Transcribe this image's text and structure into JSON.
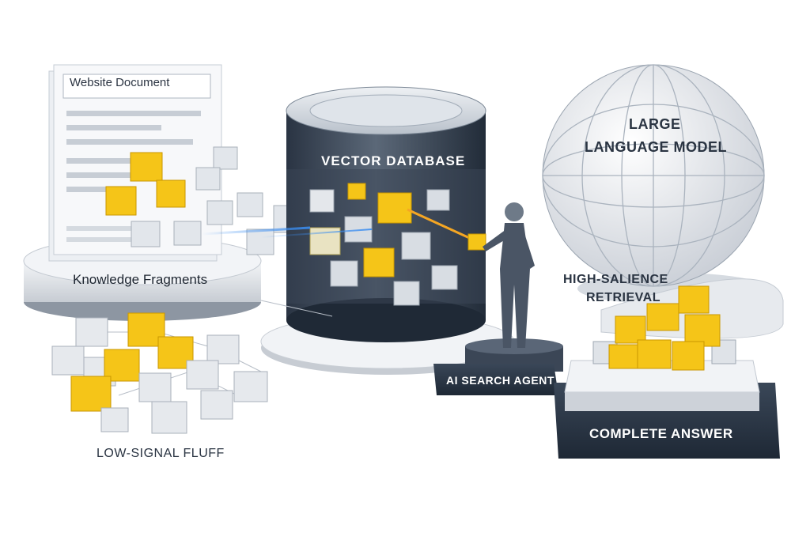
{
  "labels": {
    "document": "Website Document",
    "knowledge_fragments": "Knowledge Fragments",
    "vector_database": "VECTOR DATABASE",
    "llm_line1": "LARGE",
    "llm_line2": "LANGUAGE MODEL",
    "retrieval_line1": "HIGH-SALIENCE",
    "retrieval_line2": "RETRIEVAL",
    "agent": "AI SEARCH AGENT",
    "answer": "COMPLETE ANSWER",
    "fluff": "LOW-SIGNAL FLUFF"
  },
  "colors": {
    "gold": "#f5c518",
    "gold_dark": "#d9a300",
    "cube_grey": "#dfe3e8",
    "cylinder_dark": "#2f3b4b",
    "navy": "#2c3a4d",
    "beam": "#3a8df0"
  }
}
